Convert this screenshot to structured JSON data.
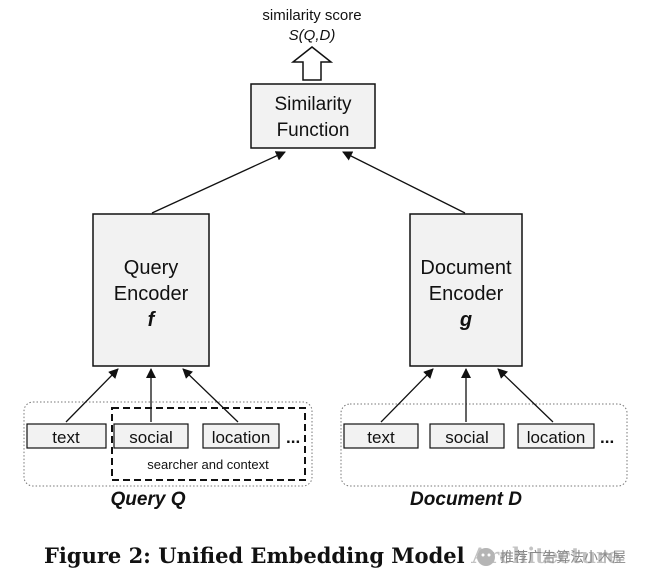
{
  "output": {
    "label": "similarity score",
    "formula": "S(Q,D)"
  },
  "similarity_function": {
    "line1": "Similarity",
    "line2": "Function"
  },
  "query_encoder": {
    "line1": "Query",
    "line2": "Encoder",
    "symbol": "f"
  },
  "document_encoder": {
    "line1": "Document",
    "line2": "Encoder",
    "symbol": "g"
  },
  "query_features": {
    "text": "text",
    "social": "social",
    "location": "location",
    "more": "..."
  },
  "searcher_context_label": "searcher and context",
  "document_features": {
    "text": "text",
    "social": "social",
    "location": "location",
    "more": "..."
  },
  "query_label": "Query Q",
  "document_label": "Document D",
  "caption": "Figure 2: Unified Embedding Model Architecture",
  "watermark": "推荐广告算法小木屋",
  "colors": {
    "box_fill": "#f2f2f2",
    "stroke": "#111111",
    "group_stroke": "#777777"
  }
}
